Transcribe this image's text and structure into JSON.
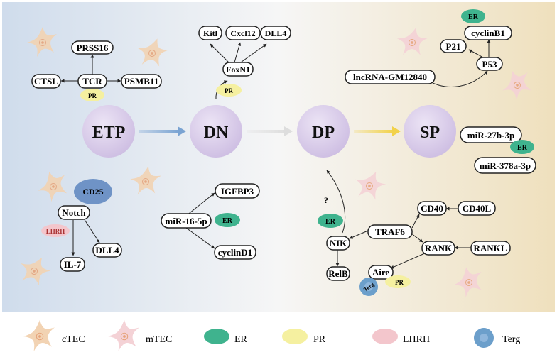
{
  "colors": {
    "bg_left": "#cfdcec",
    "bg_mid": "#f5f5f5",
    "bg_right": "#efe0bd",
    "stage_fill": "#d8cbe8",
    "er_fill": "#3fb38e",
    "pr_fill": "#f5f0a0",
    "lhrh_fill": "#f3c6cc",
    "terg_fill": "#6c9fcb",
    "cd25_fill": "#6f93c6",
    "ctec_fill": "#f2d3b3",
    "mtec_fill": "#f4d2d6",
    "arrow_etp_dn": "#7aa3d2",
    "arrow_dp_sp": "#f2d24a"
  },
  "stages": {
    "etp": "ETP",
    "dn": "DN",
    "dp": "DP",
    "sp": "SP"
  },
  "etp_top": {
    "prss16": "PRSS16",
    "tcr": "TCR",
    "ctsl": "CTSL",
    "psmb11": "PSMB11",
    "pr": "PR"
  },
  "dn_top": {
    "kitl": "Kitl",
    "cxcl12": "Cxcl12",
    "dll4": "DLL4",
    "foxn1": "FoxN1",
    "pr": "PR"
  },
  "sp_top": {
    "er": "ER",
    "cyclinb1": "cyclinB1",
    "p21": "P21",
    "p53": "P53",
    "lncrna": "lncRNA-GM12840"
  },
  "sp_right": {
    "mir27b": "miR-27b-3p",
    "er": "ER",
    "mir378a": "miR-378a-3p"
  },
  "etp_bottom": {
    "cd25": "CD25",
    "notch": "Notch",
    "lhrh": "LHRH",
    "dll4": "DLL4",
    "il7": "IL-7"
  },
  "dn_bottom": {
    "igfbp3": "IGFBP3",
    "mir16": "miR-16-5p",
    "er": "ER",
    "cyclind1": "cyclinD1"
  },
  "dp_bottom": {
    "question": "?",
    "er": "ER",
    "cd40": "CD40",
    "cd40l": "CD40L",
    "traf6": "TRAF6",
    "nik": "NIK",
    "rank": "RANK",
    "rankl": "RANKL",
    "relb": "RelB",
    "aire": "Aire",
    "terg": "Terg",
    "pr": "PR"
  },
  "legend": {
    "ctec": "cTEC",
    "mtec": "mTEC",
    "er": "ER",
    "pr": "PR",
    "lhrh": "LHRH",
    "terg": "Terg"
  }
}
